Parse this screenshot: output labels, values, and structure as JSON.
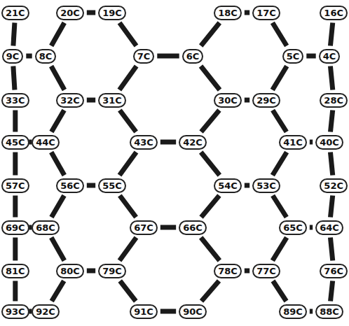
{
  "diagram": {
    "nodes": [
      {
        "text": [
          "21C"
        ]
      },
      {
        "text": [
          "20C"
        ]
      },
      {
        "text": [
          "19C"
        ]
      },
      {
        "text": [
          "18C"
        ]
      },
      {
        "text": [
          "17C"
        ]
      },
      {
        "text": [
          "16C"
        ]
      },
      {
        "text": [
          "9C"
        ]
      },
      {
        "text": [
          "8C"
        ]
      },
      {
        "text": [
          "7C"
        ]
      },
      {
        "text": [
          "6C"
        ]
      },
      {
        "text": [
          "5C"
        ]
      },
      {
        "text": [
          "4C"
        ]
      },
      {
        "text": [
          "33C"
        ]
      },
      {
        "text": [
          "32C"
        ]
      },
      {
        "text": [
          "31C"
        ]
      },
      {
        "text": [
          "30C"
        ]
      },
      {
        "text": [
          "29C"
        ]
      },
      {
        "text": [
          "28C"
        ]
      },
      {
        "text": [
          "45C"
        ]
      },
      {
        "text": [
          "44C"
        ]
      },
      {
        "text": [
          "43C"
        ]
      },
      {
        "text": [
          "42C"
        ]
      },
      {
        "text": [
          "41C"
        ]
      },
      {
        "text": [
          "40C"
        ]
      },
      {
        "text": [
          "57C"
        ]
      },
      {
        "text": [
          "56C"
        ]
      },
      {
        "text": [
          "55C"
        ]
      },
      {
        "text": [
          "54C"
        ]
      },
      {
        "text": [
          "53C"
        ]
      },
      {
        "text": [
          "52C"
        ]
      },
      {
        "text": [
          "69C"
        ]
      },
      {
        "text": [
          "68C"
        ]
      },
      {
        "text": [
          "67C"
        ]
      },
      {
        "text": [
          "66C"
        ]
      },
      {
        "text": [
          "65C"
        ]
      },
      {
        "text": [
          "64C"
        ]
      },
      {
        "text": [
          "81C"
        ]
      },
      {
        "text": [
          "80C"
        ]
      },
      {
        "text": [
          "79C"
        ]
      },
      {
        "text": [
          "78C"
        ]
      },
      {
        "text": [
          "77C"
        ]
      },
      {
        "text": [
          "76C"
        ]
      },
      {
        "text": [
          "93C"
        ]
      },
      {
        "text": [
          "92C"
        ]
      },
      {
        "text": [
          "91C"
        ]
      },
      {
        "text": [
          "90C"
        ]
      },
      {
        "text": [
          "89C"
        ]
      },
      {
        "text": [
          "88C"
        ]
      }
    ],
    "edges": [
      {
        "from": 1,
        "to": 2,
        "arrow": "none"
      },
      {
        "from": 3,
        "to": 4,
        "arrow": "none"
      },
      {
        "from": 8,
        "to": 9,
        "arrow": "none"
      },
      {
        "from": 13,
        "to": 14,
        "arrow": "none"
      },
      {
        "from": 15,
        "to": 16,
        "arrow": "none"
      },
      {
        "from": 20,
        "to": 21,
        "arrow": "none"
      },
      {
        "from": 25,
        "to": 26,
        "arrow": "none"
      },
      {
        "from": 27,
        "to": 28,
        "arrow": "none"
      },
      {
        "from": 32,
        "to": 33,
        "arrow": "none"
      },
      {
        "from": 37,
        "to": 38,
        "arrow": "none"
      },
      {
        "from": 39,
        "to": 40,
        "arrow": "none"
      },
      {
        "from": 44,
        "to": 45,
        "arrow": "none"
      },
      {
        "from": 1,
        "to": 7,
        "arrow": "none"
      },
      {
        "from": 2,
        "to": 8,
        "arrow": "none"
      },
      {
        "from": 3,
        "to": 9,
        "arrow": "none"
      },
      {
        "from": 4,
        "to": 10,
        "arrow": "none"
      },
      {
        "from": 7,
        "to": 13,
        "arrow": "none"
      },
      {
        "from": 8,
        "to": 14,
        "arrow": "none"
      },
      {
        "from": 9,
        "to": 15,
        "arrow": "none"
      },
      {
        "from": 10,
        "to": 16,
        "arrow": "none"
      },
      {
        "from": 13,
        "to": 19,
        "arrow": "none"
      },
      {
        "from": 14,
        "to": 20,
        "arrow": "none"
      },
      {
        "from": 15,
        "to": 21,
        "arrow": "none"
      },
      {
        "from": 16,
        "to": 22,
        "arrow": "none"
      },
      {
        "from": 19,
        "to": 25,
        "arrow": "none"
      },
      {
        "from": 20,
        "to": 26,
        "arrow": "none"
      },
      {
        "from": 21,
        "to": 27,
        "arrow": "none"
      },
      {
        "from": 22,
        "to": 28,
        "arrow": "none"
      },
      {
        "from": 25,
        "to": 31,
        "arrow": "none"
      },
      {
        "from": 26,
        "to": 32,
        "arrow": "none"
      },
      {
        "from": 27,
        "to": 33,
        "arrow": "none"
      },
      {
        "from": 28,
        "to": 34,
        "arrow": "none"
      },
      {
        "from": 31,
        "to": 37,
        "arrow": "none"
      },
      {
        "from": 32,
        "to": 38,
        "arrow": "none"
      },
      {
        "from": 33,
        "to": 39,
        "arrow": "none"
      },
      {
        "from": 34,
        "to": 40,
        "arrow": "none"
      },
      {
        "from": 37,
        "to": 43,
        "arrow": "none"
      },
      {
        "from": 38,
        "to": 44,
        "arrow": "none"
      },
      {
        "from": 39,
        "to": 45,
        "arrow": "none"
      },
      {
        "from": 40,
        "to": 46,
        "arrow": "none"
      },
      {
        "from": 0,
        "to": 6,
        "arrow": "none"
      },
      {
        "from": 6,
        "to": 12,
        "arrow": "none"
      },
      {
        "from": 12,
        "to": 18,
        "arrow": "none"
      },
      {
        "from": 18,
        "to": 24,
        "arrow": "none"
      },
      {
        "from": 24,
        "to": 30,
        "arrow": "none"
      },
      {
        "from": 30,
        "to": 36,
        "arrow": "none"
      },
      {
        "from": 36,
        "to": 42,
        "arrow": "none"
      },
      {
        "from": 5,
        "to": 11,
        "arrow": "none"
      },
      {
        "from": 11,
        "to": 17,
        "arrow": "none"
      },
      {
        "from": 17,
        "to": 23,
        "arrow": "none"
      },
      {
        "from": 23,
        "to": 29,
        "arrow": "none"
      },
      {
        "from": 29,
        "to": 35,
        "arrow": "none"
      },
      {
        "from": 35,
        "to": 41,
        "arrow": "none"
      },
      {
        "from": 41,
        "to": 47,
        "arrow": "none"
      },
      {
        "from": 6,
        "to": 7,
        "arrow": "none"
      },
      {
        "from": 10,
        "to": 11,
        "arrow": "none"
      },
      {
        "from": 18,
        "to": 19,
        "arrow": "none"
      },
      {
        "from": 22,
        "to": 23,
        "arrow": "none"
      },
      {
        "from": 30,
        "to": 31,
        "arrow": "none"
      },
      {
        "from": 34,
        "to": 35,
        "arrow": "none"
      },
      {
        "from": 42,
        "to": 43,
        "arrow": "none"
      },
      {
        "from": 46,
        "to": 47,
        "arrow": "none"
      }
    ]
  }
}
